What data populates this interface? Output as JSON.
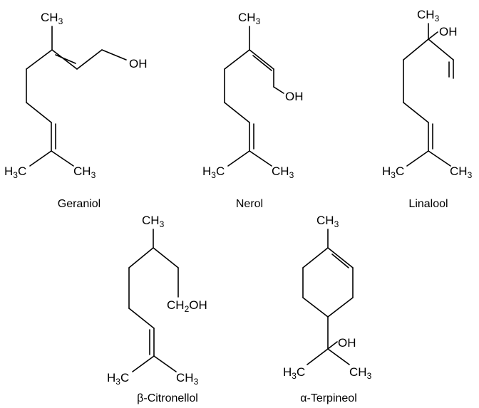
{
  "molecules": {
    "geraniol": {
      "name": "Geraniol",
      "top_methyl": {
        "base": "CH",
        "sub": "3"
      },
      "hydroxyl": "OH",
      "left_methyl": {
        "pre": "H",
        "sub": "3",
        "post": "C"
      },
      "right_methyl": {
        "base": "CH",
        "sub": "3"
      }
    },
    "nerol": {
      "name": "Nerol",
      "top_methyl": {
        "base": "CH",
        "sub": "3"
      },
      "hydroxyl": "OH",
      "left_methyl": {
        "pre": "H",
        "sub": "3",
        "post": "C"
      },
      "right_methyl": {
        "base": "CH",
        "sub": "3"
      }
    },
    "linalool": {
      "name": "Linalool",
      "top_methyl": {
        "base": "CH",
        "sub": "3"
      },
      "hydroxyl": "OH",
      "left_methyl": {
        "pre": "H",
        "sub": "3",
        "post": "C"
      },
      "right_methyl": {
        "base": "CH",
        "sub": "3"
      }
    },
    "citronellol": {
      "name": "β-Citronellol",
      "top_methyl": {
        "base": "CH",
        "sub": "3"
      },
      "hydroxyl": {
        "pre": "CH",
        "sub": "2",
        "post": "OH"
      },
      "left_methyl": {
        "pre": "H",
        "sub": "3",
        "post": "C"
      },
      "right_methyl": {
        "base": "CH",
        "sub": "3"
      }
    },
    "terpineol": {
      "name": "α-Terpineol",
      "top_methyl": {
        "base": "CH",
        "sub": "3"
      },
      "hydroxyl": "OH",
      "left_methyl": {
        "pre": "H",
        "sub": "3",
        "post": "C"
      },
      "right_methyl": {
        "base": "CH",
        "sub": "3"
      }
    }
  }
}
